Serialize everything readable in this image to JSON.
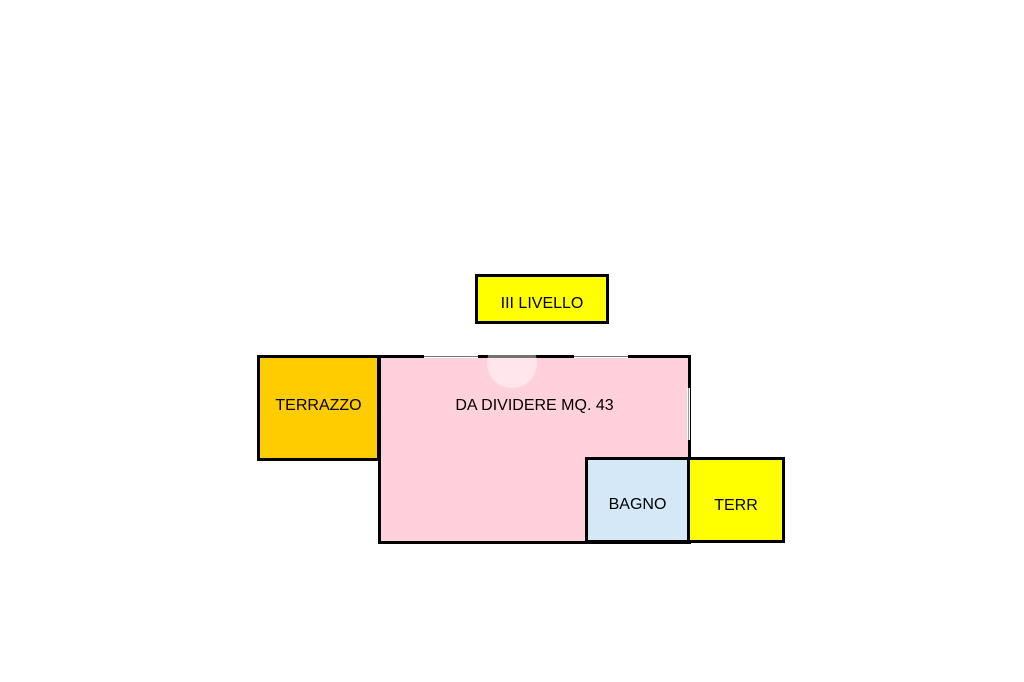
{
  "plan": {
    "level_label": "III LIVELLO",
    "rooms": {
      "terrazzo": {
        "label": "TERRAZZO",
        "color": "#ffcc00"
      },
      "main": {
        "label": "DA DIVIDERE MQ. 43",
        "color": "#ffd1dc"
      },
      "bagno": {
        "label": "BAGNO",
        "color": "#d5e8f8"
      },
      "terr": {
        "label": "TERR",
        "color": "#ffff00"
      }
    },
    "level_color": "#ffff00",
    "wall_color": "#000000"
  }
}
